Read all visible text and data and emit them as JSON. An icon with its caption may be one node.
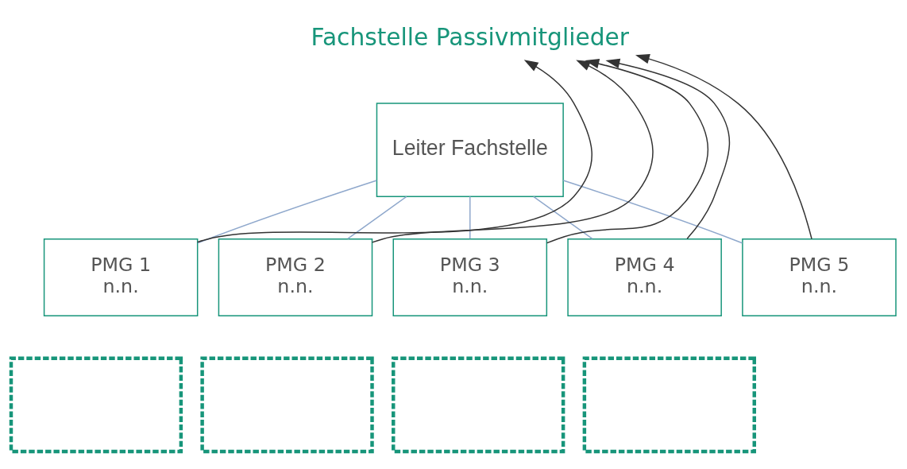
{
  "diagram": {
    "nodes": [
      {
        "text": [
          "Fachstelle Passivmitglieder"
        ]
      },
      {
        "text": [
          "Leiter Fachstelle"
        ]
      },
      {
        "text": [
          "PMG 1",
          "n.n."
        ]
      },
      {
        "text": [
          "PMG 2",
          "n.n."
        ]
      },
      {
        "text": [
          "PMG 3",
          "n.n."
        ]
      },
      {
        "text": [
          "PMG 4",
          "n.n."
        ]
      },
      {
        "text": [
          "PMG 5",
          "n.n."
        ]
      },
      {
        "text": [],
        "shape": "box"
      },
      {
        "text": [],
        "shape": "box"
      },
      {
        "text": [],
        "shape": "box"
      },
      {
        "text": [],
        "shape": "box"
      }
    ],
    "edges": [
      {
        "from": 1,
        "to": 2,
        "arrow": "none",
        "color": "#8fa8cc"
      },
      {
        "from": 1,
        "to": 3,
        "arrow": "none",
        "color": "#8fa8cc"
      },
      {
        "from": 1,
        "to": 4,
        "arrow": "none",
        "color": "#8fa8cc"
      },
      {
        "from": 1,
        "to": 5,
        "arrow": "none",
        "color": "#8fa8cc"
      },
      {
        "from": 1,
        "to": 6,
        "arrow": "none",
        "color": "#8fa8cc"
      },
      {
        "from": 2,
        "to": 0,
        "arrow": "to",
        "color": "#333333"
      },
      {
        "from": 3,
        "to": 0,
        "arrow": "to",
        "color": "#333333"
      },
      {
        "from": 4,
        "to": 0,
        "arrow": "to",
        "color": "#333333"
      },
      {
        "from": 5,
        "to": 0,
        "arrow": "to",
        "color": "#333333"
      },
      {
        "from": 6,
        "to": 0,
        "arrow": "to",
        "color": "#333333"
      }
    ]
  }
}
